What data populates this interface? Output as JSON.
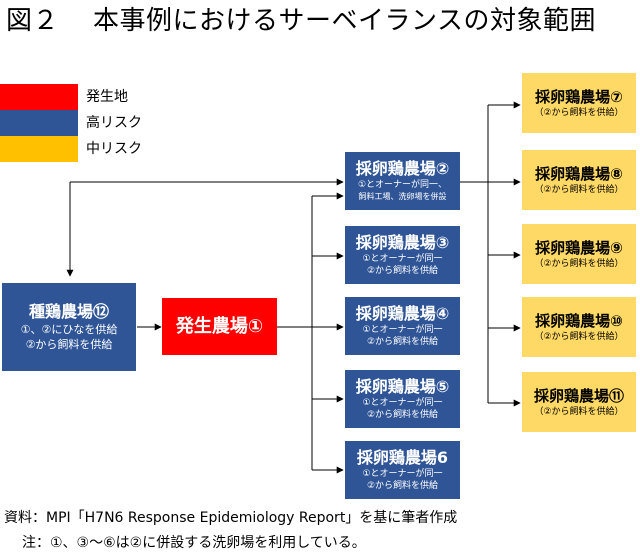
{
  "title": {
    "figure": "図２",
    "text": "本事例におけるサーベイランスの対象範囲"
  },
  "legend": [
    {
      "label": "発生地",
      "color": "#ff0000"
    },
    {
      "label": "高リスク",
      "color": "#2f5597"
    },
    {
      "label": "中リスク",
      "color": "#ffc000"
    }
  ],
  "nodes": {
    "farm12": {
      "title": "種鶏農場⑫",
      "lines": [
        "①、②にひなを供給",
        "②から飼料を供給"
      ]
    },
    "farm1": {
      "title": "発生農場①"
    },
    "farm2": {
      "title": "採卵鶏農場②",
      "lines": [
        "①とオーナーが同一、",
        "飼料工場、洗卵場を併設"
      ]
    },
    "farm3": {
      "title": "採卵鶏農場③",
      "lines": [
        "①とオーナーが同一",
        "②から飼料を供給"
      ]
    },
    "farm4": {
      "title": "採卵鶏農場④",
      "lines": [
        "①とオーナーが同一",
        "②から飼料を供給"
      ]
    },
    "farm5": {
      "title": "採卵鶏農場⑤",
      "lines": [
        "①とオーナーが同一",
        "②から飼料を供給"
      ]
    },
    "farm6": {
      "title": "採卵鶏農場6",
      "lines": [
        "①とオーナーが同一",
        "②から飼料を供給"
      ]
    },
    "farm7": {
      "title": "採卵鶏農場⑦",
      "lines": [
        "（②から飼料を供給）"
      ]
    },
    "farm8": {
      "title": "採卵鶏農場⑧",
      "lines": [
        "（②から飼料を供給）"
      ]
    },
    "farm9": {
      "title": "採卵鶏農場⑨",
      "lines": [
        "（②から飼料を供給）"
      ]
    },
    "farm10": {
      "title": "採卵鶏農場⑩",
      "lines": [
        "（②から飼料を供給）"
      ]
    },
    "farm11": {
      "title": "採卵鶏農場⑪",
      "lines": [
        "（②から飼料を供給）"
      ]
    }
  },
  "footer": {
    "source": "資料：MPI「H7N6 Response Epidemiology Report」を基に筆者作成",
    "note": "注：①、③～⑥は②に併設する洗卵場を利用している。"
  }
}
